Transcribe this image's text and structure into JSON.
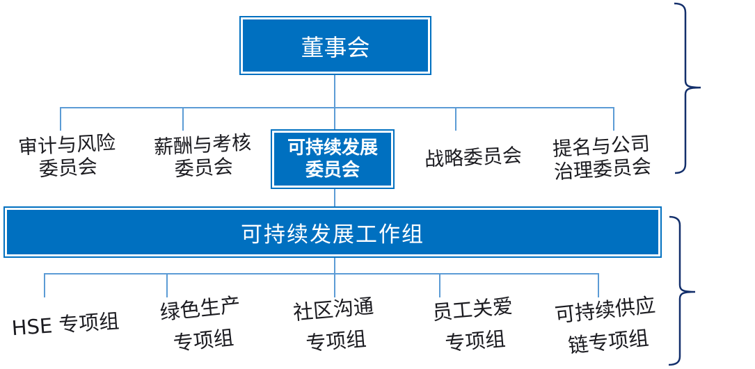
{
  "colors": {
    "box_blue": "#0070C0",
    "connector_blue": "#5B9BD5",
    "brace_navy": "#132F6B",
    "label_dark": "#1B1B20",
    "box_text": "#FFFFFF",
    "background": "#FFFFFF"
  },
  "board": {
    "label": "董事会"
  },
  "committees": {
    "audit": {
      "line1": "审计与风险",
      "line2": "委员会"
    },
    "remuneration": {
      "line1": "薪酬与考核",
      "line2": "委员会"
    },
    "sustainability": {
      "line1": "可持续发展",
      "line2": "委员会"
    },
    "strategy": {
      "line1": "战略委员会"
    },
    "nomination": {
      "line1": "提名与公司",
      "line2": "治理委员会"
    }
  },
  "working_group": {
    "label": "可持续发展工作组"
  },
  "task_forces": {
    "hse": {
      "line1": "HSE 专项组"
    },
    "green": {
      "line1": "绿色生产",
      "line2": "专项组"
    },
    "community": {
      "line1": "社区沟通",
      "line2": "专项组"
    },
    "employee": {
      "line1": "员工关爱",
      "line2": "专项组"
    },
    "supply": {
      "line1": "可持续供应",
      "line2": "链专项组"
    }
  }
}
